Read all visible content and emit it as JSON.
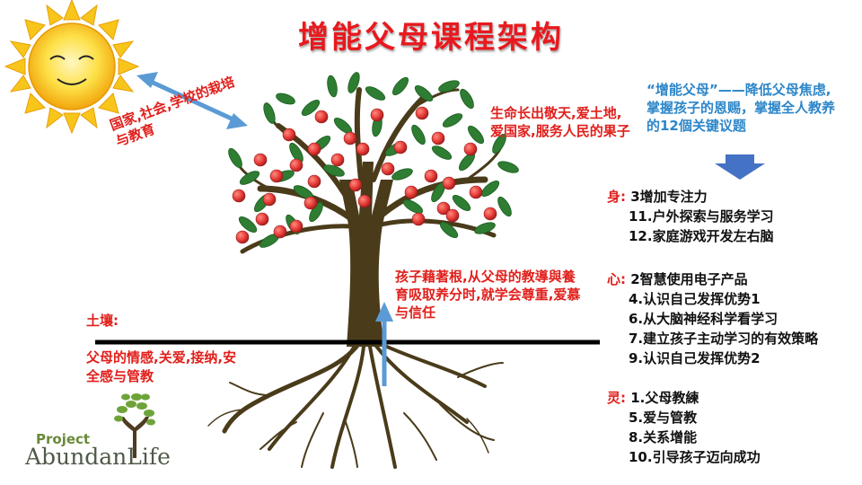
{
  "title": "增能父母课程架构",
  "society": "国家,社会,学校的栽培与教育",
  "fruit": "生命长出敬天,爱土地,爱国家,服务人民的果子",
  "goal": "“增能父母”——降低父母焦虑,掌握孩子的恩赐，掌握全人教养的12個关键议题",
  "roots_text": "孩子藉著根,从父母的教導與養育吸取养分时,就学会尊重,爱慕与信任",
  "soil_label": "土壤:",
  "soil_desc": "父母的情感,关爱,接纳,安全感与管教",
  "sections": {
    "body": {
      "char": "身:",
      "head": "3增加专注力",
      "items": [
        "11.户外探索与服务学习",
        "12.家庭游戏开发左右脑"
      ]
    },
    "heart": {
      "char": "心:",
      "head": "2智慧使用电子产品",
      "items": [
        "4.认识自己发挥优势1",
        "6.从大脑神经科学看学习",
        "7.建立孩子主动学习的有效策略",
        "9.认识自己发挥优势2"
      ]
    },
    "spirit": {
      "char": "灵:",
      "head": "1.父母教練",
      "items": [
        "5.爱与管教",
        "8.关系增能",
        "10.引导孩子迈向成功"
      ]
    }
  },
  "logo": {
    "project": "Project",
    "name": "AbundanLife"
  },
  "colors": {
    "title": "#e8191e",
    "red_text": "#e0201c",
    "blue_text": "#2c86c9",
    "arrow": "#5b9bd5",
    "sun": "#f7c81e",
    "leaf": "#2e7d32",
    "apple": "#d32f2f",
    "trunk": "#4a3b1a"
  }
}
